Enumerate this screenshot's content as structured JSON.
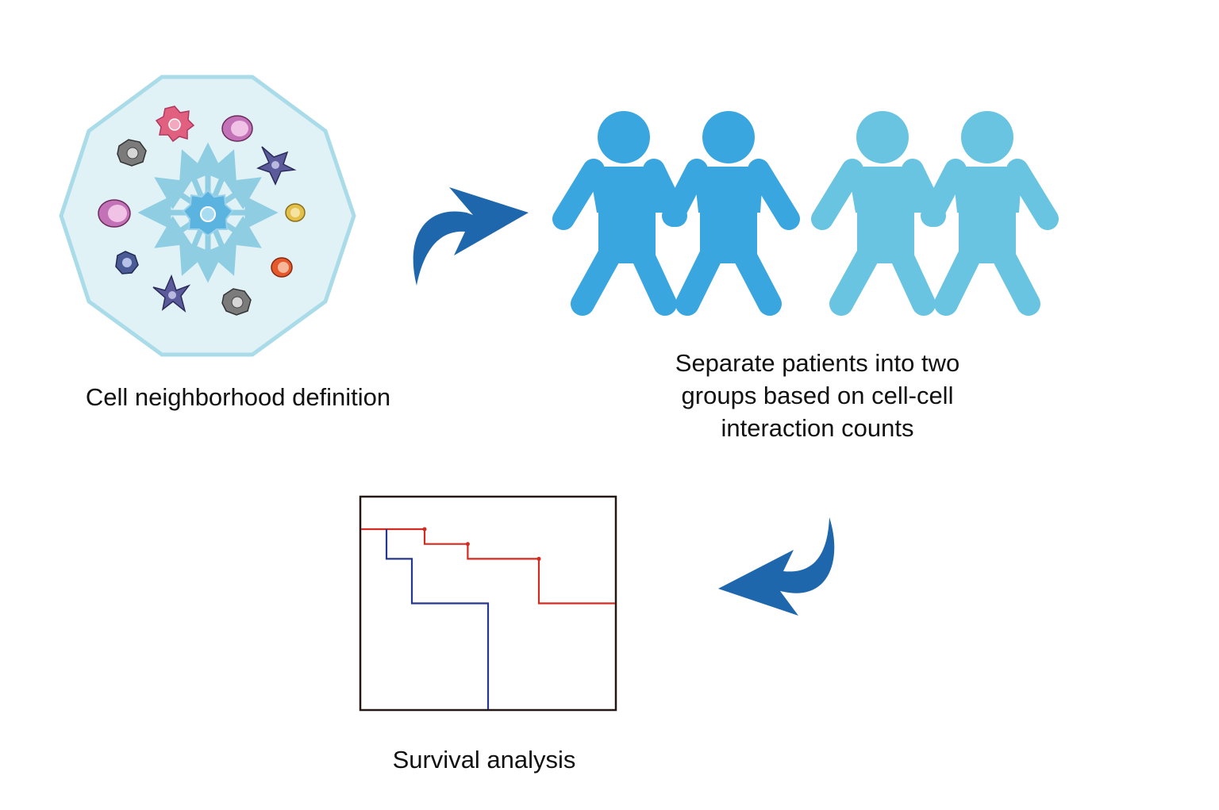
{
  "labels": {
    "neighborhood": "Cell neighborhood definition",
    "separate": [
      "Separate patients into two",
      "groups based on cell-cell",
      "interaction counts"
    ],
    "survival": "Survival analysis"
  },
  "colors": {
    "neighborhood_fill": "#e0f2f5",
    "neighborhood_border": "#a9dbe9",
    "arrow": "#1f67ad",
    "person_dark": "#39a6df",
    "person_light": "#69c4e2",
    "curve_high": "#d42a20",
    "curve_low": "#27388c",
    "frame": "#231815"
  },
  "survival_curves": {
    "x_range": [
      0,
      100
    ],
    "y_range": [
      0,
      1
    ],
    "high": [
      [
        0,
        0.85
      ],
      [
        25,
        0.85
      ],
      [
        25,
        0.78
      ],
      [
        42,
        0.78
      ],
      [
        42,
        0.71
      ],
      [
        70,
        0.71
      ],
      [
        70,
        0.5
      ],
      [
        100,
        0.5
      ]
    ],
    "low": [
      [
        10,
        0.85
      ],
      [
        10,
        0.71
      ],
      [
        20,
        0.71
      ],
      [
        20,
        0.5
      ],
      [
        50,
        0.5
      ],
      [
        50,
        0
      ]
    ]
  }
}
